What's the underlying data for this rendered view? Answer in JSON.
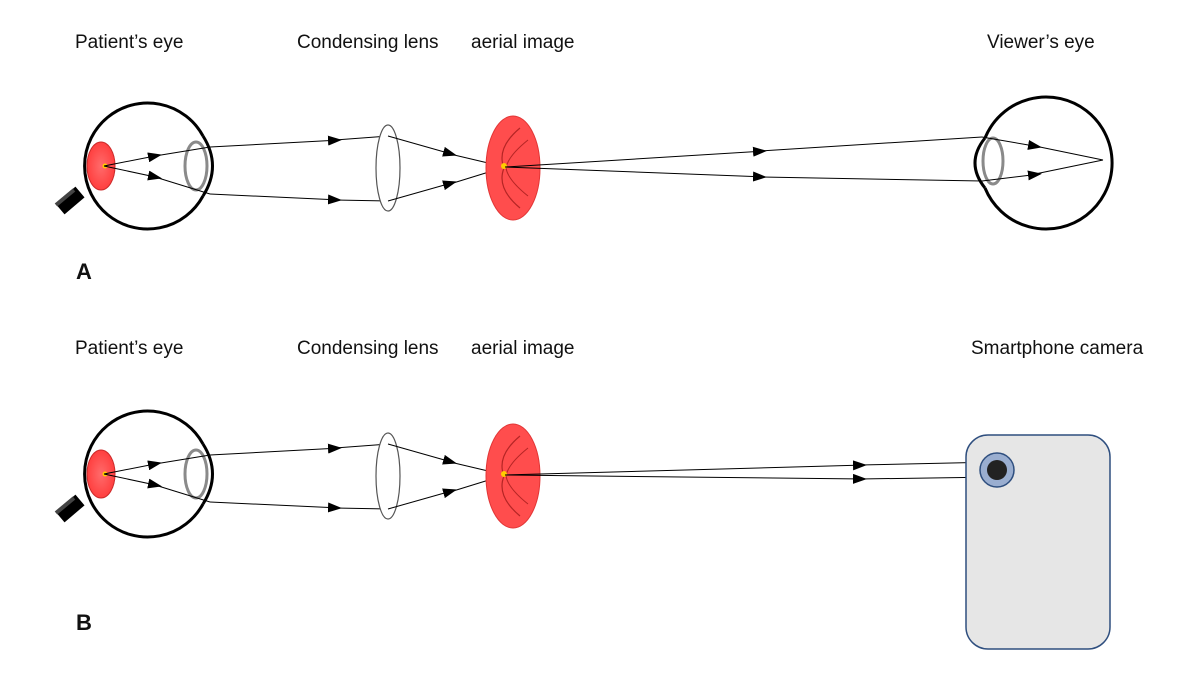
{
  "colors": {
    "retina": "#ff4d4d",
    "retina_stroke": "#cc2a2a",
    "fovea": "#ffcc00",
    "lens_gray": "#8a8a8a",
    "phone_fill": "#e6e6e6",
    "phone_border": "#2f4f7f",
    "camera_ring": "#9aaed0"
  },
  "panel_a": {
    "letter": "A",
    "labels": {
      "patient_eye": "Patient’s eye",
      "condensing_lens": "Condensing lens",
      "aerial_image": "aerial image",
      "viewer_eye": "Viewer’s eye"
    }
  },
  "panel_b": {
    "letter": "B",
    "labels": {
      "patient_eye": "Patient’s eye",
      "condensing_lens": "Condensing lens",
      "aerial_image": "aerial image",
      "smartphone_camera": "Smartphone camera"
    }
  },
  "icons": {
    "patient_eye": "eye-icon",
    "ophthalmoscope_handle": "handle-icon",
    "lens": "lens-icon",
    "viewer_eye": "eye-icon",
    "smartphone": "smartphone-icon",
    "camera": "camera-icon"
  }
}
